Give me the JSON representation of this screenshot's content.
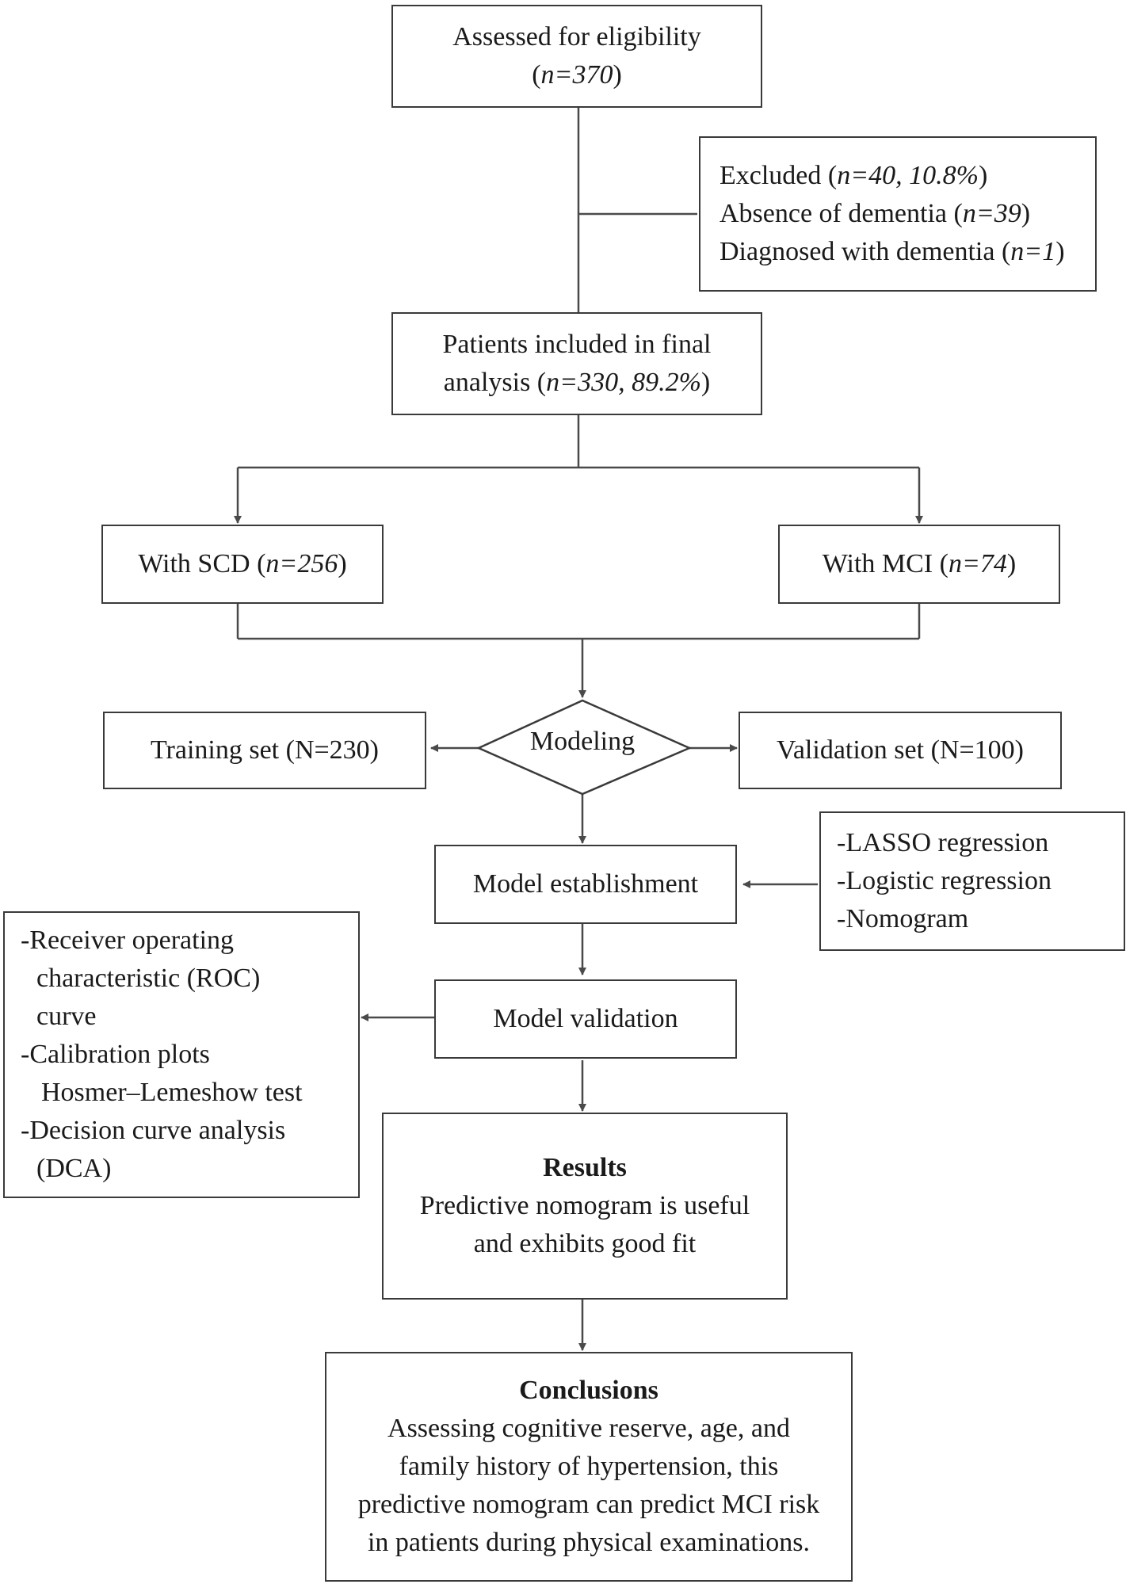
{
  "assessed": {
    "line1": "Assessed for eligibility",
    "line2_pre": "(",
    "line2_it": "n=370",
    "line2_post": ")"
  },
  "excluded": {
    "l1_pre": "Excluded (",
    "l1_it": "n=40, 10.8%",
    "l1_post": ")",
    "l2_pre": "Absence of dementia (",
    "l2_it": "n=39",
    "l2_post": ")",
    "l3_pre": "Diagnosed with dementia (",
    "l3_it": "n=1",
    "l3_post": ")"
  },
  "included": {
    "line1": "Patients included in final",
    "line2_pre": "analysis (",
    "line2_it": "n=330, 89.2%",
    "line2_post": ")"
  },
  "scd": {
    "pre": "With SCD (",
    "it": "n=256",
    "post": ")"
  },
  "mci": {
    "pre": "With MCI (",
    "it": "n=74",
    "post": ")"
  },
  "modeling": {
    "label": "Modeling"
  },
  "training": {
    "label": "Training set (N=230)"
  },
  "validation_set": {
    "label": "Validation set (N=100)"
  },
  "methods": {
    "items": [
      "-LASSO regression",
      "-Logistic regression",
      "-Nomogram"
    ]
  },
  "establishment": {
    "label": "Model establishment"
  },
  "model_validation": {
    "label": "Model validation"
  },
  "validation_methods": {
    "items": [
      "-Receiver operating",
      "characteristic (ROC)",
      "curve",
      "-Calibration plots",
      "Hosmer–Lemeshow test",
      "-Decision curve analysis",
      "(DCA)"
    ]
  },
  "results": {
    "title": "Results",
    "line1": "Predictive nomogram is useful",
    "line2": "and exhibits good fit"
  },
  "conclusions": {
    "title": "Conclusions",
    "lines": [
      "Assessing cognitive reserve, age, and",
      "family history of hypertension, this",
      "predictive nomogram can predict MCI risk",
      "in patients during physical examinations."
    ]
  },
  "colors": {
    "line": "#4a4a4a",
    "border": "#3a3a3a",
    "text": "#1a1a1a"
  }
}
